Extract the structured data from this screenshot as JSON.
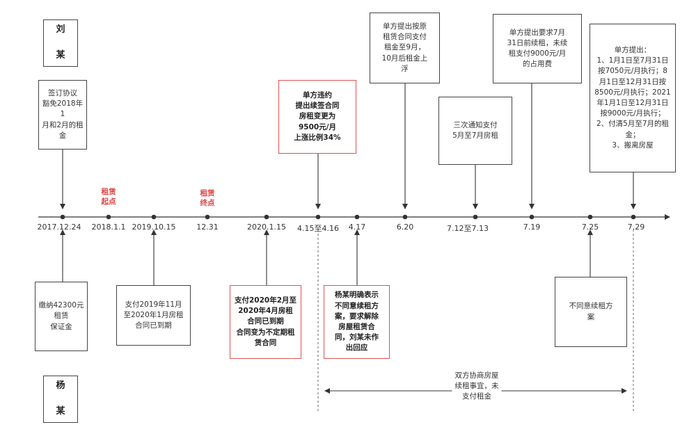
{
  "parties": {
    "top": "刘\n\n某",
    "bottom": "杨\n\n某"
  },
  "dates": {
    "d1": "2017.12.24",
    "d2": "2018.1.1",
    "d3": "2019.10.15",
    "d4": "12.31",
    "d5": "2020.1.15",
    "d6": "4.15至4.16",
    "d7": "4.17",
    "d8": "6.20",
    "d9": "7.12至7.13",
    "d10": "7.19",
    "d11": "7.25",
    "d12": "7.29"
  },
  "labels": {
    "lease_start": "租赁\n起点",
    "lease_end": "租赁\n终点"
  },
  "top_boxes": {
    "sign": "签订协议\n豁免2018年1\n月和2月的租\n金",
    "breach": "单方违约\n提出续签合同\n房租变更为\n9500元/月\n上涨比例34%",
    "original": "单方提出按原\n租赁合同支付\n租金至9月，\n10月后租金上\n浮",
    "notify": "三次通知支付\n5月至7月房租",
    "demand": "单方提出要求7月\n31日前续租，未续\n租支付9000元/月\n的占用费",
    "final": "单方提出：\n1、1月1日至7月31日\n按7050元/月执行；8\n月1日至12月31日按\n8500元/月执行；2021\n年1月1日至12月31日\n按9000元/月执行；\n2、付清5月至7月的租\n金；\n3、搬离房屋"
  },
  "bottom_boxes": {
    "deposit": "缴纳42300元\n租赁\n保证金",
    "pay2019": "支付2019年11月\n至2020年1月房租\n合同已到期",
    "pay2020": "支付2020年2月至\n2020年4月房租\n合同已到期\n合同变为不定期租\n赁合同",
    "refuse_clear": "杨某明确表示\n不同意续租方\n案，要求解除\n房屋租赁合\n同，刘某未作\n出回应",
    "refuse": "不同意续租方\n案"
  },
  "negotiation_note": "双方协商房屋\n续租事宜，未\n支付租金"
}
